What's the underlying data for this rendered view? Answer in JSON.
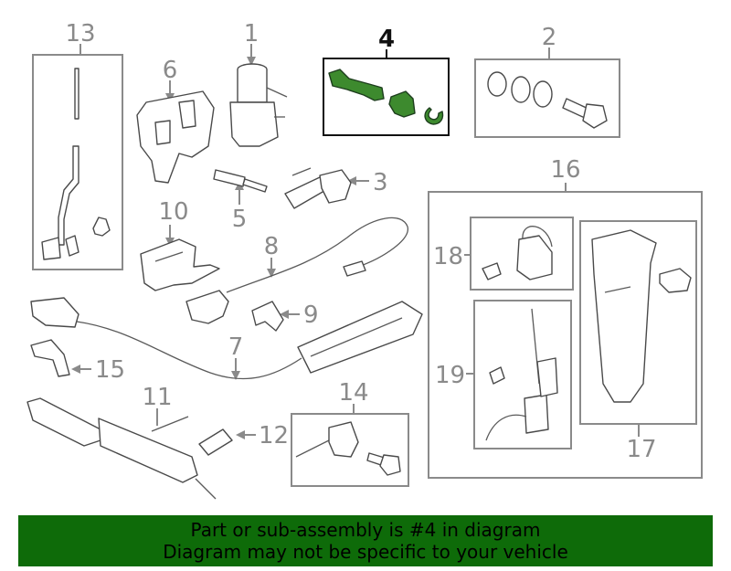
{
  "diagram": {
    "callouts": [
      "1",
      "2",
      "3",
      "4",
      "5",
      "6",
      "7",
      "8",
      "9",
      "10",
      "11",
      "12",
      "13",
      "14",
      "15",
      "16",
      "17",
      "18",
      "19"
    ],
    "highlighted": "4",
    "highlight_color": "#3d8a2e"
  },
  "banner": {
    "line1": "Part or sub-assembly is #4 in diagram",
    "line2": "Diagram may not be specific to your vehicle",
    "background": "#0e6b09"
  }
}
